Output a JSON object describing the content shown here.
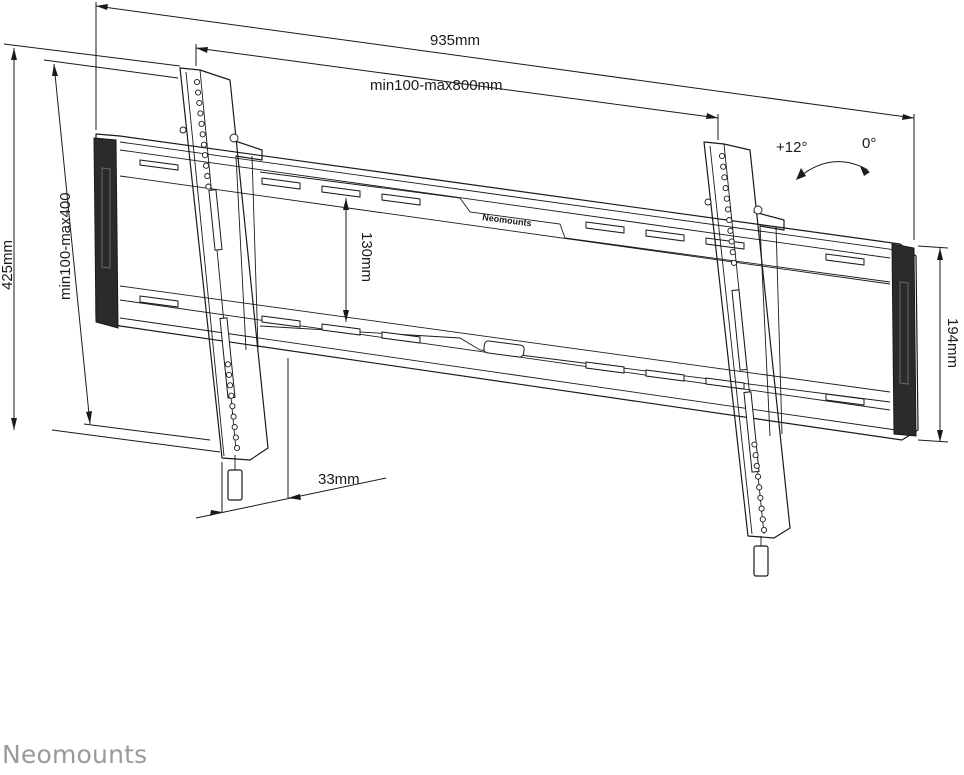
{
  "dimensions": {
    "overall_width": "935mm",
    "vesa_horizontal": "min100-max800mm",
    "overall_height": "425mm",
    "vesa_vertical": "min100-max400",
    "rail_spacing": "130mm",
    "plate_height": "194mm",
    "wall_distance": "33mm"
  },
  "tilt": {
    "forward": "+12°",
    "neutral": "0°"
  },
  "product_mark": "Neomounts",
  "brand": "Neomounts"
}
